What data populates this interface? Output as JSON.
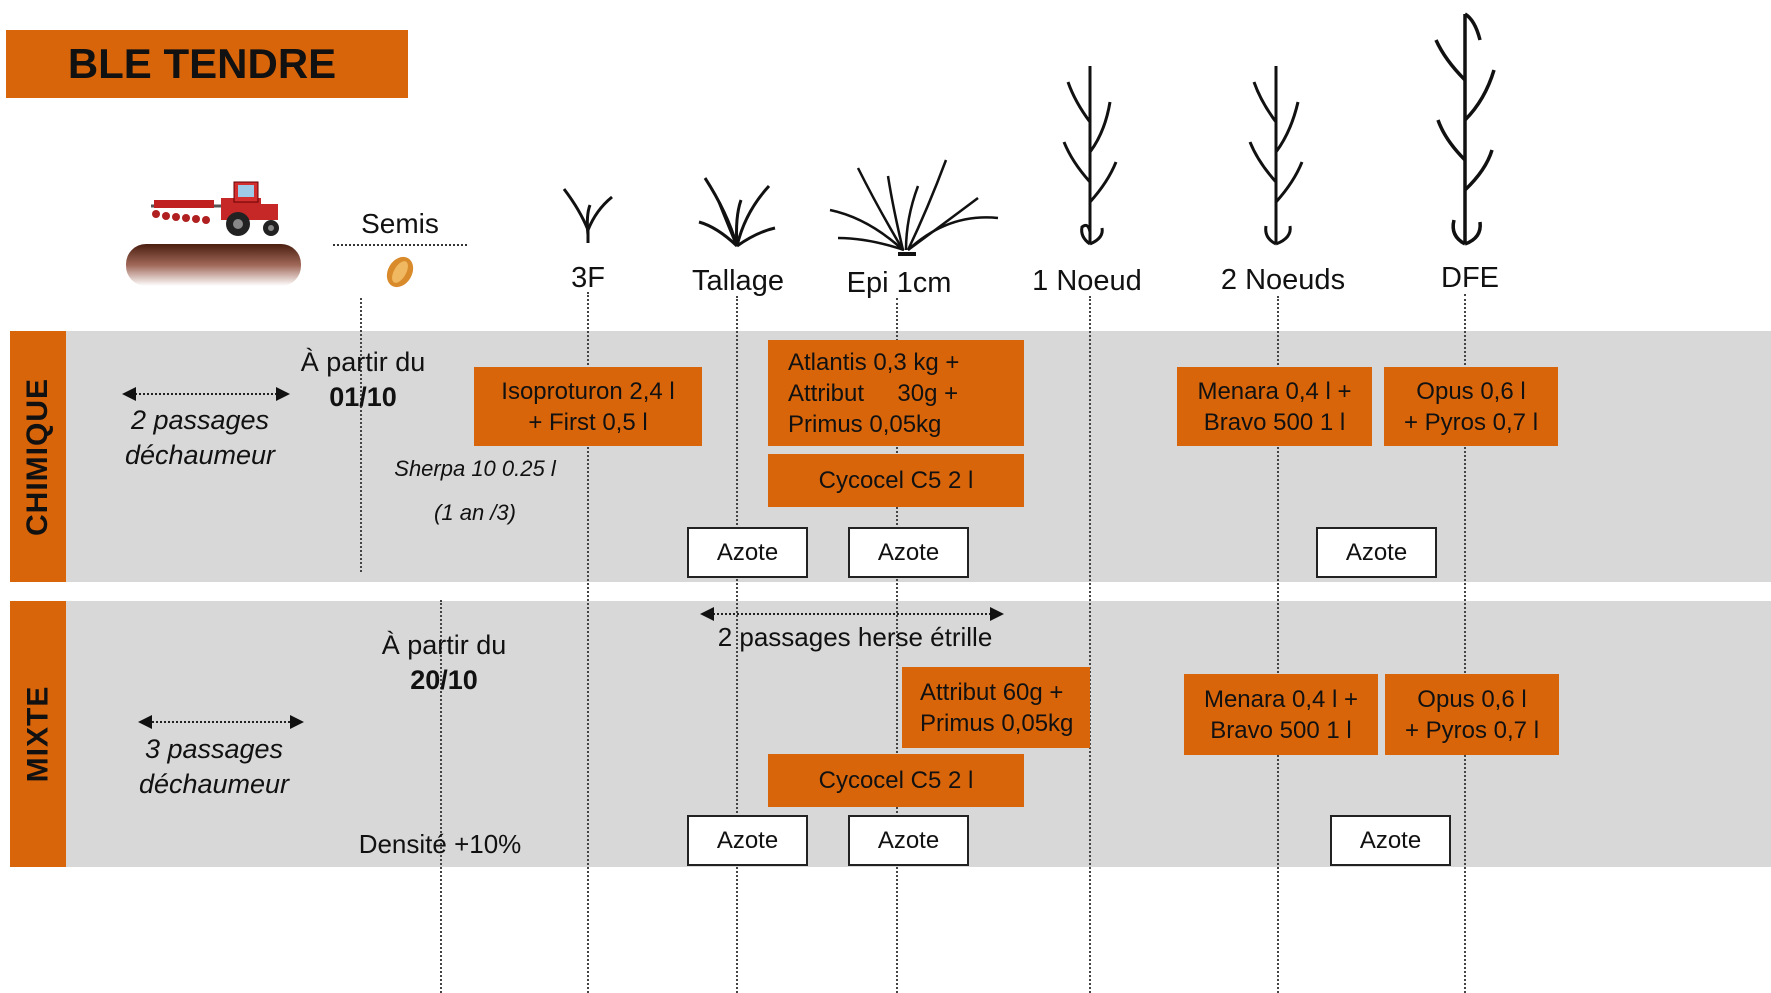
{
  "title": "BLE TENDRE",
  "stages": {
    "semis": "Semis",
    "s3f": "3F",
    "tallage": "Tallage",
    "epi": "Epi 1cm",
    "noeud1": "1 Noeud",
    "noeud2": "2 Noeuds",
    "dfe": "DFE"
  },
  "chimique": {
    "label": "CHIMIQUE",
    "passages": [
      "2 passages",
      "déchaumeur"
    ],
    "start": [
      "À partir du",
      "01/10"
    ],
    "sherpa": "Sherpa 10 0.25 l",
    "freq": "(1 an /3)",
    "boxes": {
      "isoproturon": [
        "Isoproturon 2,4 l",
        "+ First 0,5 l"
      ],
      "atlantis": [
        "Atlantis 0,3 kg +",
        "Attribut     30g +",
        "Primus 0,05kg"
      ],
      "cycocel": "Cycocel C5 2 l",
      "menara": [
        "Menara 0,4 l +",
        "Bravo 500 1 l"
      ],
      "opus": [
        "Opus 0,6 l",
        "+ Pyros 0,7 l"
      ]
    },
    "azote": "Azote"
  },
  "mixte": {
    "label": "MIXTE",
    "herse": "2 passages herse étrille",
    "start": [
      "À partir du",
      "20/10"
    ],
    "passages": [
      "3 passages",
      "déchaumeur"
    ],
    "densite": "Densité +10%",
    "boxes": {
      "attribut": [
        "Attribut 60g +",
        "Primus 0,05kg"
      ],
      "cycocel": "Cycocel C5 2 l",
      "menara": [
        "Menara 0,4 l +",
        "Bravo 500 1 l"
      ],
      "opus": [
        "Opus 0,6 l",
        "+ Pyros 0,7 l"
      ]
    },
    "azote": "Azote"
  },
  "colors": {
    "accent": "#d9650b",
    "band": "#d8d8d8"
  },
  "icons": [
    "tractor-icon",
    "seed-icon",
    "wheat-3f-icon",
    "wheat-tallage-icon",
    "wheat-epi-icon",
    "wheat-1-noeud-icon",
    "wheat-2-noeuds-icon",
    "wheat-dfe-icon"
  ]
}
